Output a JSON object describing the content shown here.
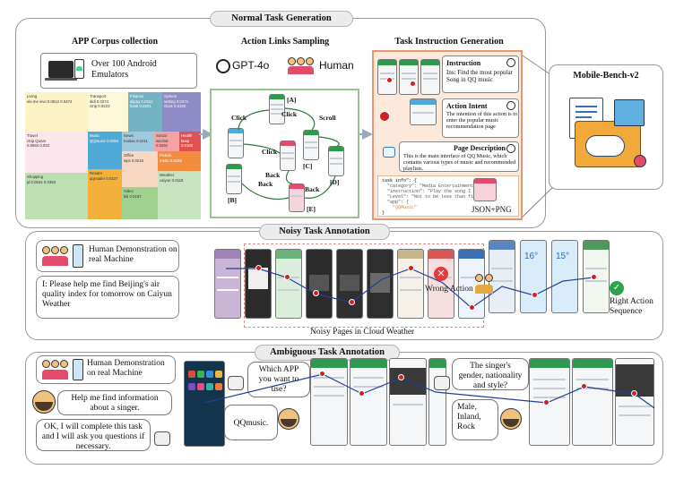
{
  "sections": {
    "normal": "Normal Task  Generation",
    "noisy": "Noisy Task  Annotation",
    "ambiguous": "Ambiguous Task  Annotation"
  },
  "normal": {
    "corpus_header": "APP Corpus collection",
    "links_header": "Action Links Sampling",
    "instr_header": "Task Instruction Generation",
    "emulators": "Over 100 Android Emulators",
    "samplers": [
      "GPT-4o",
      "Human"
    ],
    "treemap": [
      {
        "name": "Living",
        "rows": [
          "ele.me  vivo  0.0612  0.0474"
        ]
      },
      {
        "name": "Transport",
        "rows": [
          "didi  0.0274",
          "ctrip  0.0223"
        ]
      },
      {
        "name": "Finance",
        "rows": [
          "alipay 0.0312",
          "bank 0.0201"
        ]
      },
      {
        "name": "System",
        "rows": [
          "setting 0.0274",
          "clock 0.0180"
        ]
      },
      {
        "name": "Travel",
        "rows": [
          "ctrip  Qunar",
          "0.0684  0.032"
        ]
      },
      {
        "name": "Music",
        "rows": [
          "QQmusic 0.0364"
        ]
      },
      {
        "name": "News",
        "rows": [
          "toutiao 0.0211"
        ]
      },
      {
        "name": "Social",
        "rows": [
          "wechat 0.0291"
        ]
      },
      {
        "name": "Health",
        "rows": [
          "keep 0.0160"
        ]
      },
      {
        "name": "Office",
        "rows": [
          "wps 0.0216"
        ]
      },
      {
        "name": "Picture",
        "rows": [
          "meitu 0.0155"
        ]
      },
      {
        "name": "Shopping",
        "rows": [
          "jd  0.0544  0.0383"
        ]
      },
      {
        "name": "Reader",
        "rows": [
          "qqreader 0.0227"
        ]
      },
      {
        "name": "Video",
        "rows": [
          "bili 0.0197"
        ]
      },
      {
        "name": "Weather",
        "rows": [
          "caiyun 0.0118"
        ]
      }
    ],
    "graph": {
      "nodes": [
        "[A]",
        "[B]",
        "[C]",
        "[D]",
        "[E]"
      ],
      "edges": [
        "Click",
        "Click",
        "Scroll",
        "Click",
        "Back",
        "Back",
        "Back"
      ]
    },
    "instruction": {
      "label": "Instruction",
      "text": "Ins: Find the most popular Song in QQ music"
    },
    "intent": {
      "label": "Action Intent",
      "text": "The intention of this action is to enter the popular music recommendation page"
    },
    "page_desc": {
      "label": "Page Description",
      "text": "This is the main interface of QQ Music, which contains various types of music and recommended playlists."
    },
    "json_lines": [
      "task info\": {",
      "\"category\": \"Media Entertainment\",",
      "\"instruction\": \"Play the song I Love\",",
      "\"Level\": \"Not to be less than  five\",",
      "\"app\": {",
      "\"QQMusic\"",
      "}"
    ],
    "json_format": "JSON+PNG"
  },
  "bench": {
    "title": "Mobile-Bench-v2"
  },
  "noisy": {
    "demo": "Human Demonstration on real Machine",
    "instruction": "I:  Please help me find Beijing's air quality index for tomorrow on Caiyun Weather",
    "wrong": "Wrong Action",
    "right": "Right Action Sequence",
    "pages": "Noisy Pages in Cloud Weather",
    "phone_texts": [
      "16°",
      "15°"
    ]
  },
  "ambiguous": {
    "demo": "Human Demonstration on real Machine",
    "user1": "Help me find information about a singer.",
    "agent1": "OK, I will complete this task and I will ask you questions if necessary.",
    "q1": "Which APP you want to use?",
    "a1": "QQmusic.",
    "q2": "The singer's gender, nationality and style?",
    "a2": "Male, Inland, Rock"
  },
  "colors": {
    "corpus_green": "#2e9a4e",
    "links_border": "#95c48d",
    "instr_border": "#e49a6f",
    "red_mark": "#d21f1f",
    "traj_line": "#213f9a"
  }
}
